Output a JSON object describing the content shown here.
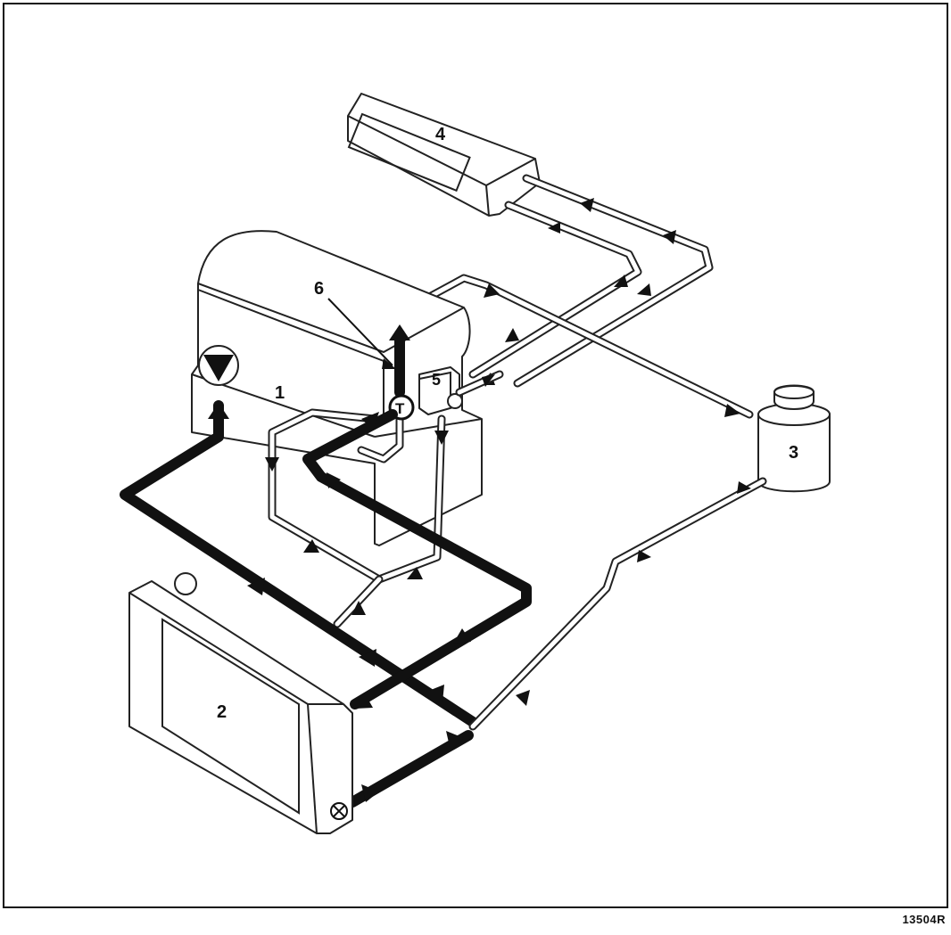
{
  "diagram": {
    "labels": {
      "engine": "1",
      "radiator": "2",
      "expansion_bottle": "3",
      "heater": "4",
      "housing": "5",
      "thermostat_pointer": "6",
      "thermostat_symbol": "T",
      "figure_ref": "13504R"
    },
    "colors": {
      "line": "#111111",
      "background": "#ffffff"
    }
  }
}
